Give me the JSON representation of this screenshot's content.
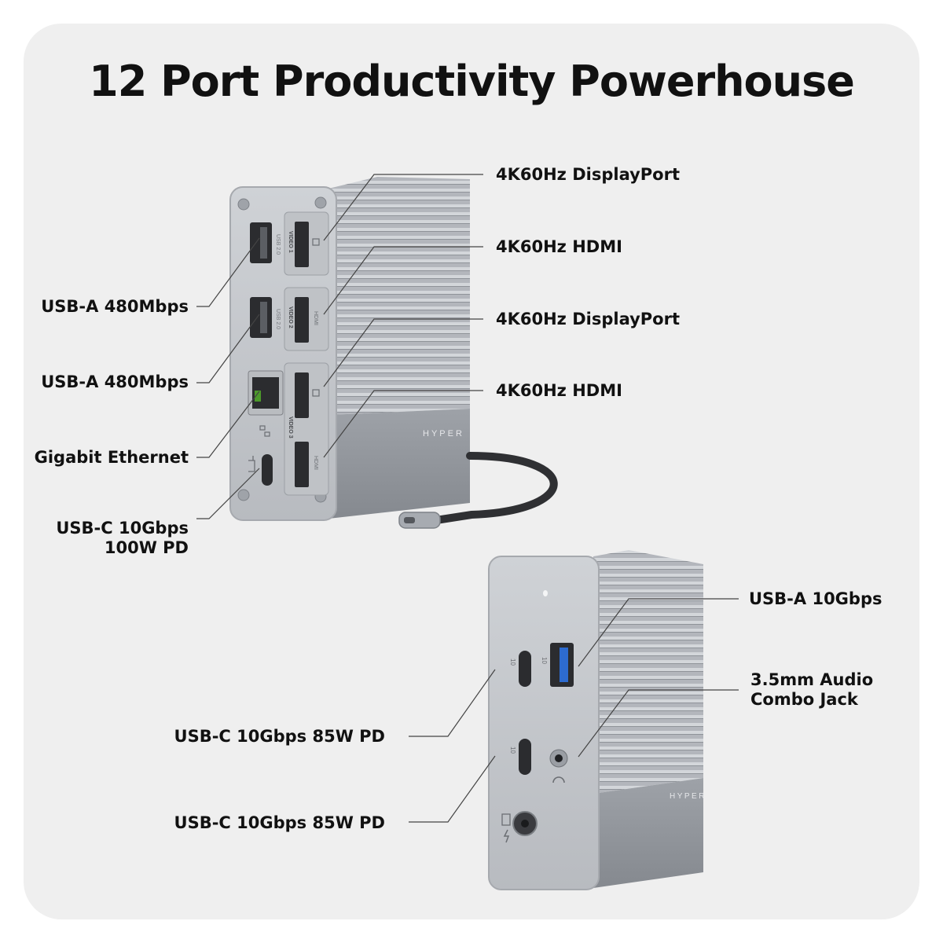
{
  "title": "12 Port Productivity Powerhouse",
  "brand": "HYPER",
  "port_markings": {
    "usb20": "USB 2.0",
    "video1": "VIDEO 1",
    "video2": "VIDEO 2",
    "video3": "VIDEO 3",
    "hdmi": "HDMI",
    "ten_gbps": "10"
  },
  "labels_top": {
    "dp1": "4K60Hz DisplayPort",
    "hdmi1": "4K60Hz HDMI",
    "dp2": "4K60Hz DisplayPort",
    "hdmi2": "4K60Hz HDMI",
    "usba1": "USB-A 480Mbps",
    "usba2": "USB-A 480Mbps",
    "ethernet": "Gigabit Ethernet",
    "usbc_line1": "USB-C 10Gbps",
    "usbc_line2": "100W PD"
  },
  "labels_bottom": {
    "usba10": "USB-A 10Gbps",
    "audio_line1": "3.5mm Audio",
    "audio_line2": "Combo Jack",
    "usbc1": "USB-C 10Gbps 85W PD",
    "usbc2": "USB-C 10Gbps 85W PD"
  },
  "colors": {
    "panel": "#efefef",
    "body_light": "#b9bcc2",
    "body_dark": "#8e9197",
    "face": "#c7cace",
    "port_dark": "#2b2c2f",
    "usb_blue": "#2d6bd0",
    "leader": "#444444"
  },
  "icons": [
    "displayport-icon",
    "hdmi-icon",
    "usb-icon",
    "ethernet-icon",
    "thunderbolt-icon",
    "headphone-icon",
    "power-icon"
  ]
}
